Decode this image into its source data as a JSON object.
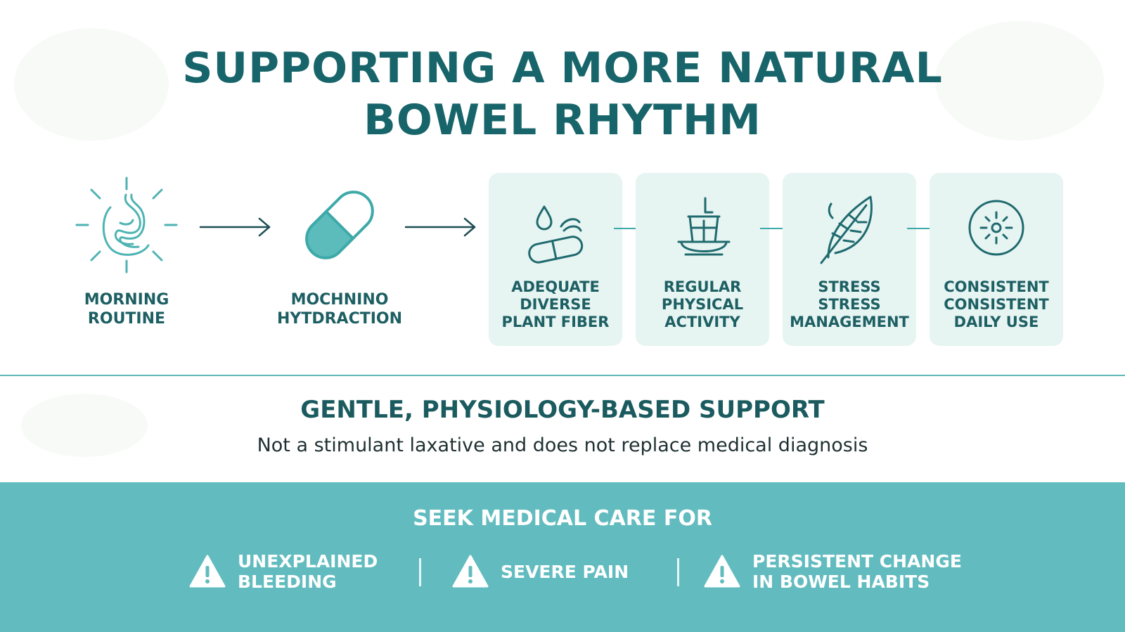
{
  "title": {
    "line1": "SUPPORTING A MORE NATURAL",
    "line2": "BOWEL RHYTHM"
  },
  "steps": [
    {
      "icon": "stomach-sun-icon",
      "label_lines": [
        "MORNING",
        "ROUTINE"
      ]
    },
    {
      "icon": "capsule-icon",
      "label_lines": [
        "MOCHNINO",
        "HYTDRACTION"
      ]
    }
  ],
  "cards": [
    {
      "icon": "water-drop-capsule-icon",
      "label_lines": [
        "ADEQUATE",
        "DIVERSE",
        "PLANT FIBER"
      ]
    },
    {
      "icon": "glass-bowl-icon",
      "label_lines": [
        "REGULAR",
        "PHYSICAL",
        "ACTIVITY"
      ]
    },
    {
      "icon": "leaf-icon",
      "label_lines": [
        "STRESS",
        "STRESS",
        "MANAGEMENT"
      ]
    },
    {
      "icon": "sun-circle-icon",
      "label_lines": [
        "CONSISTENT",
        "CONSISTENT",
        "DAILY USE"
      ]
    }
  ],
  "support": {
    "title": "GENTLE, PHYSIOLOGY-BASED SUPPORT",
    "subtitle": "Not a stimulant laxative and does not replace medical diagnosis"
  },
  "warning_band": {
    "title": "SEEK MEDICAL CARE FOR",
    "items": [
      {
        "icon": "warning-triangle-icon",
        "lines": [
          "UNEXPLAINED",
          "BLEEDING"
        ]
      },
      {
        "icon": "warning-triangle-icon",
        "lines": [
          "SEVERE PAIN"
        ]
      },
      {
        "icon": "warning-triangle-icon",
        "lines": [
          "PERSISTENT CHANGE",
          "IN BOWEL HABITS"
        ]
      }
    ]
  },
  "colors": {
    "primary": "#17656a",
    "accent": "#3ea9a9",
    "card_bg": "#e6f4f2",
    "band_bg": "#62bcbf"
  }
}
